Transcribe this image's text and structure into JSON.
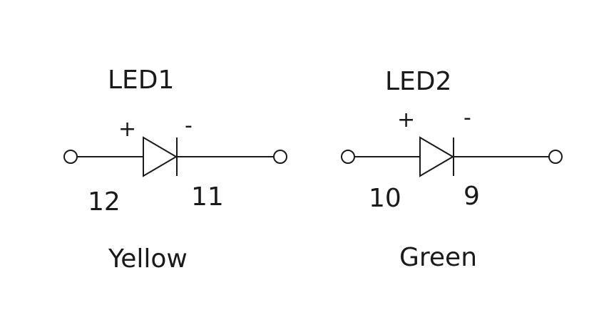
{
  "leds": [
    {
      "name": "LED1",
      "plus": "+",
      "minus": "-",
      "pin_anode": "12",
      "pin_cathode": "11",
      "color_label": "Yellow"
    },
    {
      "name": "LED2",
      "plus": "+",
      "minus": "-",
      "pin_anode": "10",
      "pin_cathode": "9",
      "color_label": "Green"
    }
  ],
  "stroke_color": "#1a1a1a"
}
